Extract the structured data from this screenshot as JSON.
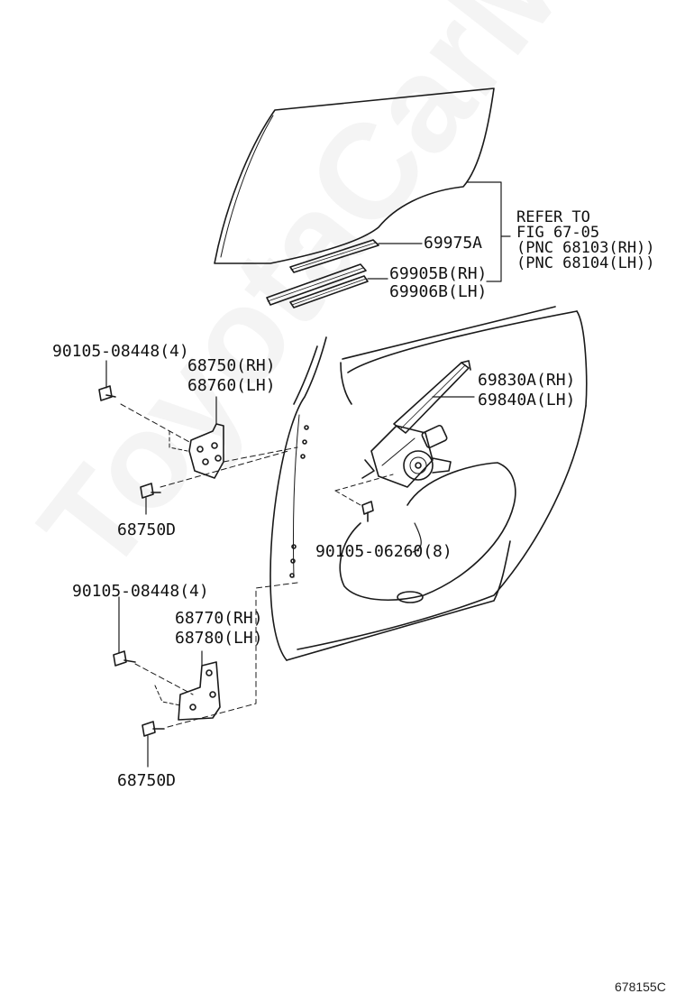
{
  "watermark": "ToyotaCarMine.ru",
  "figure_code": "678155C",
  "reference": {
    "line1": "REFER TO",
    "line2": "FIG 67-05",
    "line3": "(PNC 68103(RH))",
    "line4": "(PNC 68104(LH))"
  },
  "parts": {
    "glass_run_a": "69975A",
    "run_rh": "69905B(RH)",
    "run_lh": "69906B(LH)",
    "bolt_upper": "90105-08448(4)",
    "hinge_upper_rh": "68750(RH)",
    "hinge_upper_lh": "68760(LH)",
    "nut_upper": "68750D",
    "regulator_rh": "69830A(RH)",
    "regulator_lh": "69840A(LH)",
    "bolt_regulator": "90105-06260(8)",
    "bolt_lower": "90105-08448(4)",
    "hinge_lower_rh": "68770(RH)",
    "hinge_lower_lh": "68780(LH)",
    "nut_lower": "68750D"
  },
  "colors": {
    "line": "#1a1a1a",
    "watermark": "#e6e6e6"
  }
}
